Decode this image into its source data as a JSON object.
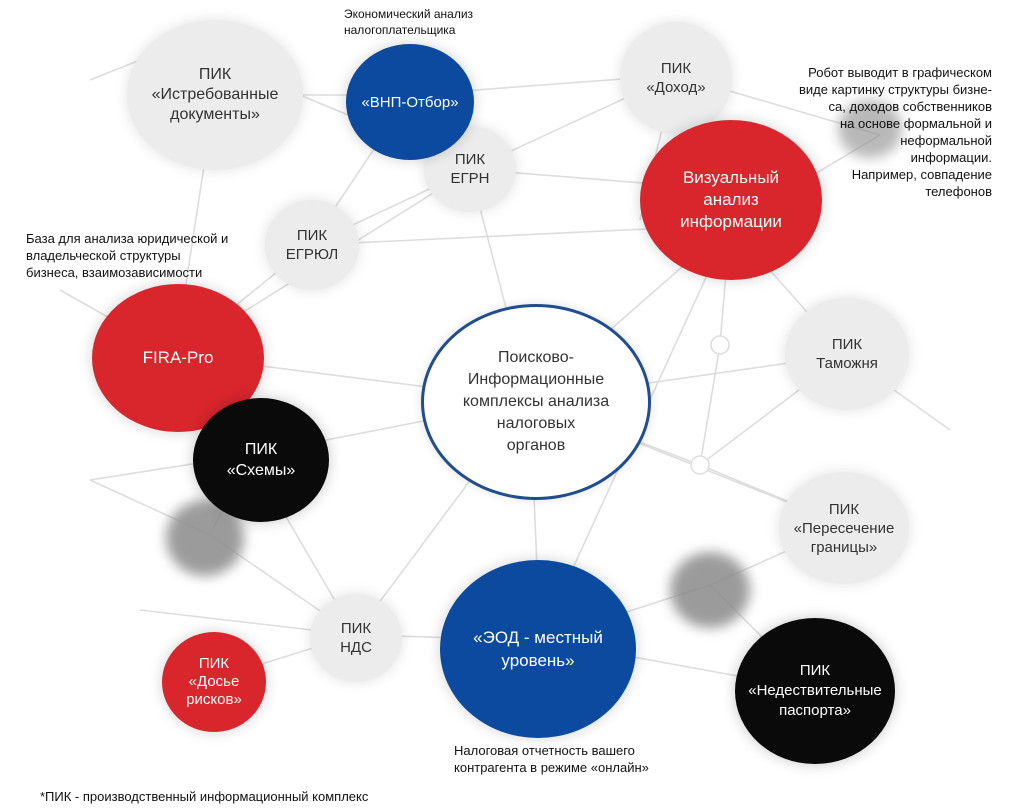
{
  "colors": {
    "gray_node": "#ececec",
    "red_node": "#d8262c",
    "blue_node": "#0b4a9e",
    "black_node": "#0a0a0a",
    "center_border": "#1f4d8f",
    "line": "#dddddd"
  },
  "center": {
    "lines": [
      "Поисково-",
      "Информационные",
      "комплексы анализа",
      "налоговых",
      "органов"
    ]
  },
  "nodes": {
    "istrebovannye": {
      "lines": [
        "ПИК",
        "«Истребованные",
        "документы»"
      ]
    },
    "vnp_otbor": {
      "lines": [
        "«ВНП-Отбор»"
      ]
    },
    "egrn": {
      "lines": [
        "ПИК",
        "ЕГРН"
      ]
    },
    "dohod": {
      "lines": [
        "ПИК",
        "«Доход»"
      ]
    },
    "vizualny": {
      "lines": [
        "Визуальный",
        "анализ",
        "информации"
      ]
    },
    "egrul": {
      "lines": [
        "ПИК",
        "ЕГРЮЛ"
      ]
    },
    "fira": {
      "lines": [
        "FIRA-Pro"
      ]
    },
    "shemy": {
      "lines": [
        "ПИК",
        "«Схемы»"
      ]
    },
    "tamozhnya": {
      "lines": [
        "ПИК",
        "Таможня"
      ]
    },
    "peresechenie": {
      "lines": [
        "ПИК",
        "«Пересечение",
        "границы»"
      ]
    },
    "eod": {
      "lines": [
        "«ЭОД - местный",
        "уровень»"
      ]
    },
    "nds": {
      "lines": [
        "ПИК",
        "НДС"
      ]
    },
    "dosye": {
      "lines": [
        "ПИК",
        "«Досье",
        "рисков»"
      ]
    },
    "nedeystv": {
      "lines": [
        "ПИК",
        "«Недествительные",
        "паспорта»"
      ]
    }
  },
  "notes": {
    "vnp": {
      "lines": [
        "Экономический анализ",
        "налогоплательщика"
      ]
    },
    "robot": {
      "lines": [
        "Робот выводит в графическом",
        "виде картинку структуры бизне-",
        "са, доходов собственников",
        "на основе формальной и",
        "неформальной",
        "информации.",
        "Например, совпадение",
        "телефонов"
      ]
    },
    "baza": {
      "lines": [
        "База для анализа юридической и",
        "владельческой структуры",
        "бизнеса, взаимозависимости"
      ]
    },
    "nalog": {
      "lines": [
        "Налоговая отчетность вашего",
        "контрагента в режиме «онлайн»"
      ]
    },
    "footnote": {
      "lines": [
        "*ПИК - производственный информационный комплекс"
      ]
    }
  }
}
